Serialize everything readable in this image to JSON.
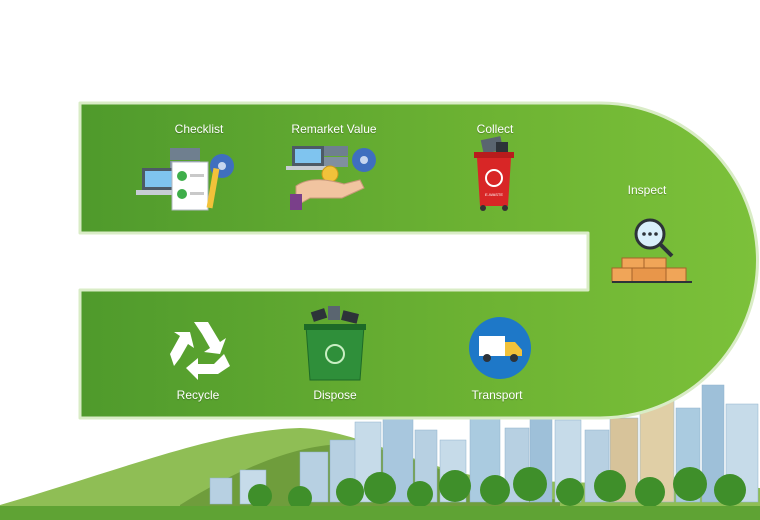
{
  "steps": [
    {
      "label": "Checklist",
      "icon": "checklist-laptop-server-icon"
    },
    {
      "label": "Remarket Value",
      "icon": "hand-money-devices-icon"
    },
    {
      "label": "Collect",
      "icon": "red-e-waste-bin-icon"
    },
    {
      "label": "Inspect",
      "icon": "magnifier-boxes-icon"
    },
    {
      "label": "Transport",
      "icon": "delivery-truck-icon"
    },
    {
      "label": "Dispose",
      "icon": "green-bin-electronics-icon"
    },
    {
      "label": "Recycle",
      "icon": "recycle-arrows-icon"
    }
  ],
  "bin_text": "E-WASTE",
  "colors": {
    "band_dark": "#4f9a2c",
    "band_light": "#7dc238",
    "hill": "#86b64d",
    "buildings": "#9ec0d9",
    "trees": "#3f8f2a",
    "bin_red": "#d82626",
    "truck_circle": "#1e78c8"
  }
}
